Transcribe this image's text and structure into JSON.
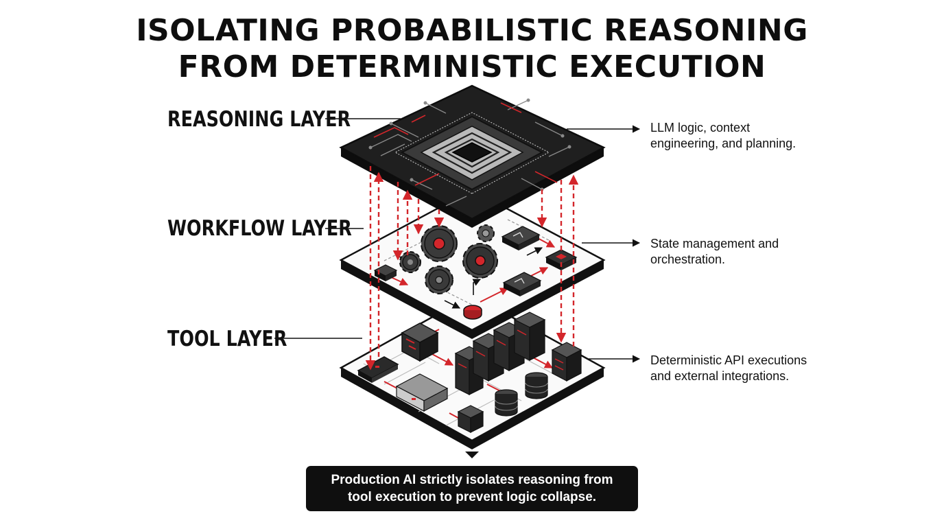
{
  "title": {
    "line1": "ISOLATING PROBABILISTIC REASONING",
    "line2": "FROM DETERMINISTIC EXECUTION"
  },
  "layers": {
    "reasoning": {
      "label": "REASONING LAYER",
      "description_line1": "LLM logic, context",
      "description_line2": "engineering, and planning."
    },
    "workflow": {
      "label": "WORKFLOW LAYER",
      "description_line1": "State management and",
      "description_line2": "orchestration."
    },
    "tool": {
      "label": "TOOL LAYER",
      "description_line1": "Deterministic API executions",
      "description_line2": "and external integrations."
    }
  },
  "banner": {
    "line1": "Production AI strictly isolates reasoning from",
    "line2": "tool execution to prevent logic collapse."
  },
  "colors": {
    "ink": "#111111",
    "accent_red": "#d3262b",
    "chip_body": "#1c1c1c",
    "banner_bg": "#0f0f0f"
  }
}
